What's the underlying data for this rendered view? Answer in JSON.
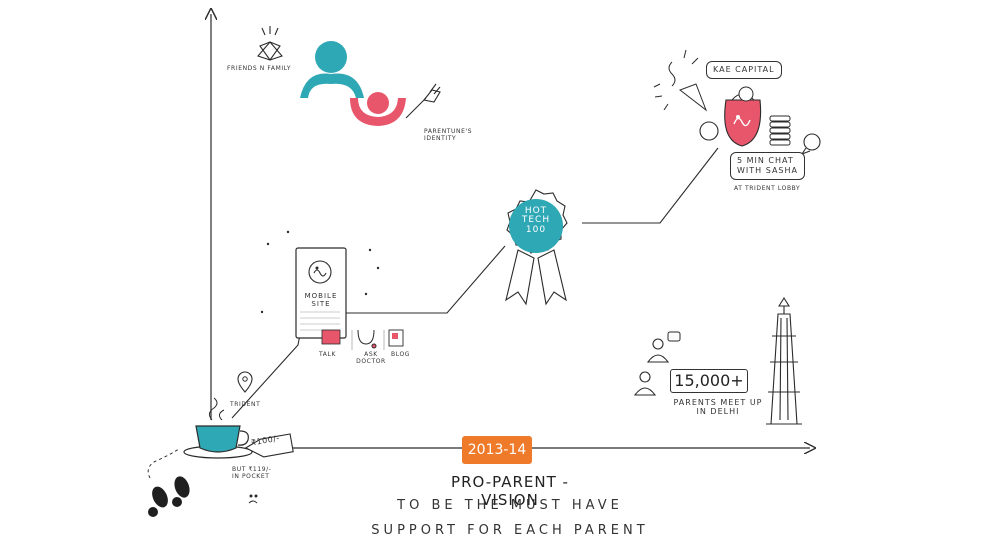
{
  "hero": {
    "year_badge": "2013-14",
    "vision_title": "PRO-PARENT - VISION",
    "vision_line1": "TO BE THE MUST HAVE",
    "vision_line2": "SUPPORT FOR EACH PARENT"
  },
  "start": {
    "price_tag": "₹100/-",
    "pocket_line1": "BUT ₹119/-",
    "pocket_line2": "IN POCKET",
    "location": "TRIDENT"
  },
  "identity": {
    "friends_family": "FRIENDS n FAMILY",
    "brand_line1": "PARENTUNE'S",
    "brand_line2": "IDENTITY"
  },
  "mobile": {
    "site_line1": "MOBILE",
    "site_line2": "SITE",
    "features": [
      "TALK",
      "ASK DOCTOR",
      "BLOG"
    ]
  },
  "award": {
    "line1": "HOT",
    "line2": "TECH",
    "line3": "100"
  },
  "funding": {
    "investor": "KAE CAPITAL",
    "chat_line1": "5 min CHAT",
    "chat_line2": "WITH SASHA",
    "venue": "AT TRIDENT LOBBY"
  },
  "meetup": {
    "count": "15,000+",
    "line1": "PARENTS MEET UP",
    "line2": "IN DELHI"
  },
  "colors": {
    "teal": "#2ea8b5",
    "pink": "#e8566b",
    "orange": "#ef7a2a",
    "ink": "#2b2b2b"
  }
}
